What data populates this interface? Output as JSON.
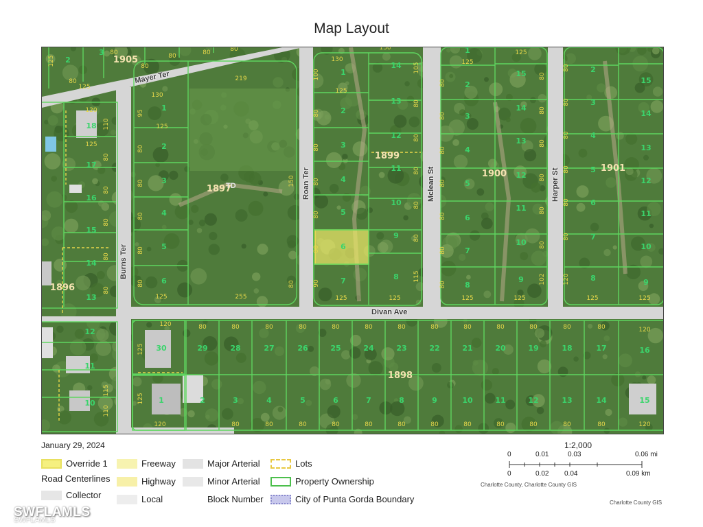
{
  "title": "Map Layout",
  "date": "January 29, 2024",
  "streets": {
    "mayer": "Mayer Ter",
    "roan": "Roan Ter",
    "mclean": "Mclean St",
    "harper": "Harper St",
    "burns": "Burns Ter",
    "divan": "Divan Ave"
  },
  "blocks": [
    "1905",
    "1897",
    "1899",
    "1900",
    "1901",
    "1896",
    "1898"
  ],
  "td_label": "TD",
  "legend": {
    "override": "Override 1",
    "road_centerlines": "Road Centerlines",
    "collector": "Collector",
    "freeway": "Freeway",
    "highway": "Highway",
    "local": "Local",
    "major_arterial": "Major Arterial",
    "minor_arterial": "Minor Arterial",
    "block_number": "Block Number",
    "lots": "Lots",
    "property_ownership": "Property Ownership",
    "city_boundary": "City of Punta Gorda Boundary"
  },
  "scale": {
    "ratio": "1:2,000",
    "mi_labels": [
      "0",
      "0.01",
      "0.03",
      "0.06 mi"
    ],
    "km_labels": [
      "0",
      "0.02",
      "0.04",
      "0.09 km"
    ],
    "credit1": "Charlotte County, Charlotte County GIS",
    "credit2": "Charlotte County GIS"
  },
  "watermark": "SWFLAMLS",
  "watermark_small": "SWFLAMLS",
  "colors": {
    "parcel": "#5fd65f",
    "lot_number": "#39d06a",
    "dimension": "#e8d84a",
    "road": "#d9d9d9",
    "block_label": "#f4e3b0",
    "highlight": "#f0ea6a"
  }
}
